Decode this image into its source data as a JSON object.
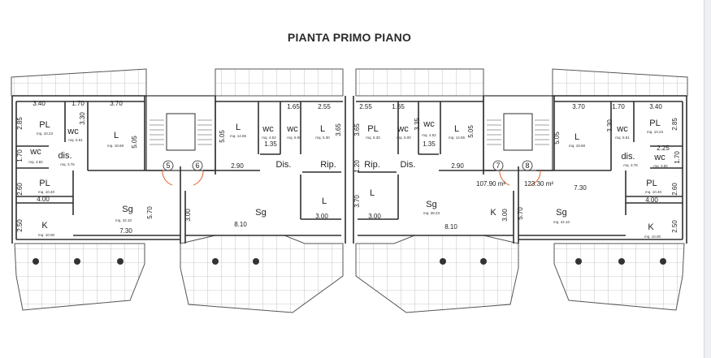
{
  "title": "PIANTA PRIMO PIANO",
  "colors": {
    "walls": "#2e2e2e",
    "door_arcs": "#e0602a",
    "grid": "#9a9a9a"
  },
  "left_unit": {
    "rooms": {
      "pl1": {
        "name": "PL",
        "area": "mq. 10.23"
      },
      "wc1": {
        "name": "wc",
        "area": "mq. 5.61"
      },
      "l1": {
        "name": "L",
        "area": "mq. 18.68"
      },
      "wc2": {
        "name": "wc",
        "area": "mq. 3.82"
      },
      "dis": {
        "name": "dis.",
        "area": "mq. 3.76"
      },
      "pl2": {
        "name": "PL",
        "area": "mq. 10.40"
      },
      "sg": {
        "name": "Sg",
        "area": "mq. 42.10"
      },
      "k": {
        "name": "K",
        "area": "mq. 10.00"
      }
    },
    "dims": [
      "3.40",
      "1.70",
      "3.70",
      "2.85",
      "3.30",
      "5.05",
      "1.70",
      "2.60",
      "4.00",
      "5.70",
      "2.50",
      "7.30"
    ]
  },
  "stair_left": {
    "door_a": "5",
    "door_b": "6"
  },
  "mid_left_unit": {
    "rooms": {
      "l1": {
        "name": "L",
        "area": "mq. 14.65"
      },
      "wc1": {
        "name": "wc",
        "area": "mq. 4.52"
      },
      "wc2": {
        "name": "wc",
        "area": "mq. 6.00"
      },
      "l2": {
        "name": "L",
        "area": "mq. 5.30"
      },
      "dis": {
        "name": "Dis."
      },
      "rip": {
        "name": "Rip."
      },
      "l3": {
        "name": "L"
      },
      "sg": {
        "name": "Sg"
      }
    },
    "dims": [
      "5.05",
      "1.35",
      "1.65",
      "2.55",
      "3.65",
      "2.90",
      "3.00",
      "8.10",
      "3.00"
    ]
  },
  "mid_right_unit": {
    "rooms": {
      "pl": {
        "name": "PL",
        "area": "mq. 5.30"
      },
      "wc1": {
        "name": "wc",
        "area": "mq. 6.00"
      },
      "wc2": {
        "name": "wc",
        "area": "mq. 4.52"
      },
      "l1": {
        "name": "L",
        "area": "mq. 14.65"
      },
      "rip": {
        "name": "Rip."
      },
      "dis": {
        "name": "Dis."
      },
      "l2": {
        "name": "L"
      },
      "sg": {
        "name": "Sg",
        "area": "mq. 38.23"
      },
      "k": {
        "name": "K"
      }
    },
    "dims": [
      "2.55",
      "1.65",
      "3.65",
      "3.35",
      "1.35",
      "5.05",
      "1.20",
      "2.90",
      "3.70",
      "3.00",
      "8.10",
      "3.00"
    ],
    "total_area": "107.90 m²"
  },
  "stair_right": {
    "door_a": "7",
    "door_b": "8"
  },
  "right_unit": {
    "rooms": {
      "l1": {
        "name": "L",
        "area": "mq. 18.68"
      },
      "wc1": {
        "name": "wc",
        "area": "mq. 5.61"
      },
      "pl1": {
        "name": "PL",
        "area": "mq. 10.23"
      },
      "dis": {
        "name": "dis.",
        "area": "mq. 3.76"
      },
      "wc2": {
        "name": "wc",
        "area": "mq. 3.82"
      },
      "pl2": {
        "name": "PL",
        "area": "mq. 10.40"
      },
      "sg": {
        "name": "Sg",
        "area": "mq. 42.10"
      },
      "k": {
        "name": "K",
        "area": "mq. 10.00"
      }
    },
    "dims": [
      "3.70",
      "1.70",
      "3.40",
      "3.30",
      "2.85",
      "5.05",
      "2.25",
      "1.70",
      "7.30",
      "2.60",
      "4.00",
      "5.70",
      "2.50"
    ],
    "total_area": "123.30 m²"
  }
}
